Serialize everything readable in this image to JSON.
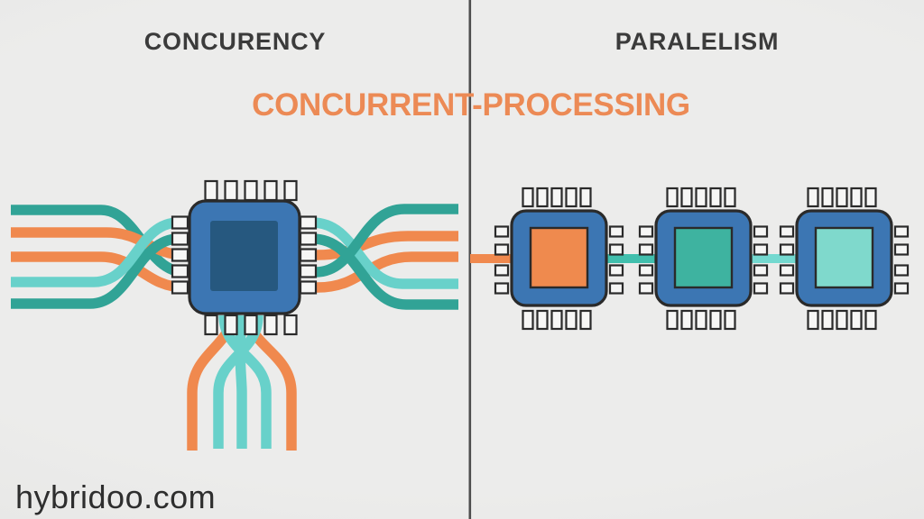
{
  "titles": {
    "left_panel": "CONCURENCY",
    "right_panel": "PARALELISM",
    "overlay": "CONCURRENT-PROCESSING"
  },
  "watermark": "hybridoo.com",
  "colors": {
    "background": "#eaeae9",
    "divider": "#4d4d4d",
    "panel_title": "#3b3b3b",
    "overlay_title": "#ec8a55",
    "watermark_text": "#2e2e2e",
    "thread_orange": "#f0894e",
    "thread_teal_dark": "#31a396",
    "thread_teal_light": "#68d1ca",
    "connector_orange": "#f0894e",
    "connector_teal_medium": "#41bfad",
    "connector_teal_light": "#74d9d0",
    "chip_body_blue": "#3c76b3",
    "chip_core_dark_blue": "#26587f",
    "chip_core_orange": "#ef8a4e",
    "chip_core_teal": "#3eb3a0",
    "chip_core_teal_light": "#7fd9cc",
    "chip_outline": "#2a2a2a",
    "pin_fill": "#f6f6f5"
  }
}
